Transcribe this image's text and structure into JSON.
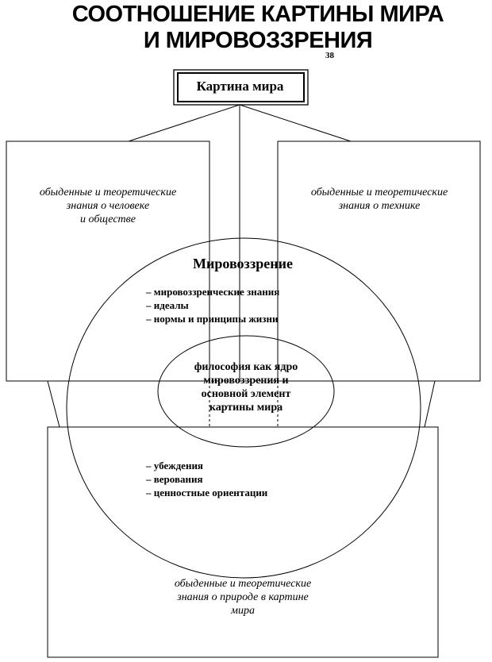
{
  "title_line1": "СООТНОШЕНИЕ КАРТИНЫ МИРА",
  "title_line2": "И МИРОВОЗЗРЕНИЯ",
  "page_number": "38",
  "top_box": "Картина мира",
  "left_box": [
    "обыденные и теоретические",
    "знания о человеке",
    "и обществе"
  ],
  "right_box": [
    "обыденные и теоретические",
    "знания о технике"
  ],
  "bottom_box": [
    "обыденные и теоретические",
    "знания о природе в картине",
    "мира"
  ],
  "worldview": {
    "heading": "Мировоззрение",
    "items_upper": [
      "– мировоззренческие знания",
      "– идеалы",
      "– нормы и принципы жизни"
    ],
    "items_lower": [
      "– убеждения",
      "– верования",
      "– ценностные ориентации"
    ]
  },
  "core": [
    "философия как ядро",
    "мировоззрения и",
    "основной элемент",
    "картины мира"
  ]
}
